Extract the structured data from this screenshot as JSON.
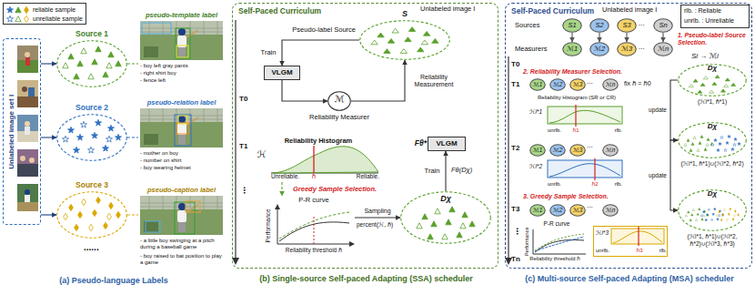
{
  "diagram": {
    "nodes": [
      {
        "text": [
          "Unlabeled image set I"
        ]
      },
      {
        "text": [
          "Source 1"
        ]
      },
      {
        "text": [
          "Source 2"
        ]
      },
      {
        "text": [
          "Source 3"
        ]
      },
      {
        "text": [
          "pseudo-template label",
          "- boy left gray pants",
          "- right shirt boy",
          "- fence left"
        ]
      },
      {
        "text": [
          "pseudo-relation label",
          "- mother on boy",
          "- number on shirt",
          "- boy wearing helmet"
        ]
      },
      {
        "text": [
          "pseudo-caption label",
          "- a little boy swinging at a pitch during a baseball game",
          "- boy raised to bat position to play a game"
        ]
      },
      {
        "text": [
          "Self-Paced Curriculum",
          "(b) Single-source Self-paced Adapting (SSA) scheduler"
        ]
      },
      {
        "text": [
          "S",
          "Pseudo-label Source"
        ],
        "in": 7
      },
      {
        "text": [
          "VLGM"
        ],
        "in": 7
      },
      {
        "text": [
          "ℳ",
          "Reliability Measurer"
        ],
        "in": 7
      },
      {
        "text": [
          "Reliability Histogram",
          "ℋ",
          "Unreliable.",
          "ℏ",
          "Reliable."
        ],
        "in": 7
      },
      {
        "text": [
          "P-R curve",
          "Performance",
          "Reliability threshold ℏ"
        ],
        "in": 7
      },
      {
        "text": [
          "Dχ"
        ],
        "in": 7
      },
      {
        "text": [
          "Fθ*",
          "VLGM"
        ],
        "in": 7
      },
      {
        "text": [
          "Self-Paced Curriculum",
          "(c) Multi-source Self-paced Adapting (MSA) scheduler"
        ]
      },
      {
        "text": [
          "rlb. : Reliable",
          "unrlb. : Unreliable"
        ],
        "in": 15
      },
      {
        "text": [
          "S1"
        ],
        "in": 15
      },
      {
        "text": [
          "S2"
        ],
        "in": 15
      },
      {
        "text": [
          "S3"
        ],
        "in": 15
      },
      {
        "text": [
          "Sn"
        ],
        "in": 15
      },
      {
        "text": [
          "ℳ1"
        ],
        "in": 15
      },
      {
        "text": [
          "ℳ2"
        ],
        "in": 15
      },
      {
        "text": [
          "ℳ3"
        ],
        "in": 15
      },
      {
        "text": [
          "ℳn"
        ],
        "in": 15
      },
      {
        "text": [
          "ℳ1"
        ],
        "in": 15
      },
      {
        "text": [
          "ℳ2"
        ],
        "in": 15
      },
      {
        "text": [
          "ℳ3"
        ],
        "in": 15
      },
      {
        "text": [
          "ℳn"
        ],
        "in": 15
      },
      {
        "text": [
          "Reliability Histogram (SR or CR)",
          "ℋi*1",
          "unrlb.",
          "ℏ1",
          "rlb."
        ],
        "in": 15
      },
      {
        "text": [
          "ℳ1"
        ],
        "in": 15
      },
      {
        "text": [
          "ℳ2"
        ],
        "in": 15
      },
      {
        "text": [
          "ℳ3"
        ],
        "in": 15
      },
      {
        "text": [
          "ℳn"
        ],
        "in": 15
      },
      {
        "text": [
          "ℋi*2",
          "unrlb.",
          "ℏ2",
          "rlb."
        ],
        "in": 15
      },
      {
        "text": [
          "ℳ1"
        ],
        "in": 15
      },
      {
        "text": [
          "ℳ2"
        ],
        "in": 15
      },
      {
        "text": [
          "ℳ3"
        ],
        "in": 15
      },
      {
        "text": [
          "ℳn"
        ],
        "in": 15
      },
      {
        "text": [
          "P-R curve",
          "Performance",
          "Reliability threshold ℏ"
        ],
        "in": 15
      },
      {
        "text": [
          "ℋi*3",
          "unrlb.",
          "ℏ3",
          "rlb."
        ],
        "in": 15
      },
      {
        "text": [
          "Dχ"
        ],
        "in": 15
      },
      {
        "text": [
          "Dχ"
        ],
        "in": 15
      },
      {
        "text": [
          "Dχ"
        ],
        "in": 15
      }
    ],
    "edges": [
      {
        "from": 0,
        "to": 1,
        "arrow": "to"
      },
      {
        "from": 0,
        "to": 2,
        "arrow": "to"
      },
      {
        "from": 0,
        "to": 3,
        "arrow": "to"
      },
      {
        "from": 1,
        "to": 4,
        "arrow": "none"
      },
      {
        "from": 2,
        "to": 5,
        "arrow": "none"
      },
      {
        "from": 3,
        "to": 6,
        "arrow": "none"
      },
      {
        "from": 8,
        "to": 9,
        "label": "Train",
        "arrow": "to"
      },
      {
        "from": 9,
        "to": 10,
        "arrow": "to"
      },
      {
        "from": 10,
        "to": 8,
        "label": "Reliability Measurement",
        "arrow": "to"
      },
      {
        "from": 11,
        "to": 12,
        "arrow": "to"
      },
      {
        "from": 12,
        "to": 13,
        "label": "Sampling",
        "arrow": "to"
      },
      {
        "from": 13,
        "to": 14,
        "label": "Train",
        "arrow": "to"
      },
      {
        "from": 17,
        "to": 21,
        "arrow": "to"
      },
      {
        "from": 18,
        "to": 22,
        "arrow": "to"
      },
      {
        "from": 19,
        "to": 23,
        "arrow": "to"
      },
      {
        "from": 20,
        "to": 24,
        "arrow": "to"
      },
      {
        "from": 41,
        "to": 42,
        "label": "update",
        "arrow": "to"
      },
      {
        "from": 42,
        "to": 43,
        "label": "update",
        "arrow": "to"
      }
    ],
    "labels": [
      "......",
      "(a) Pseudo-language Labels",
      "Unlabeled image I",
      "T0",
      "T1",
      "⋮",
      "Greedy Sample Selection.",
      "percent(ℋ, ℏ)",
      "Fθ(Dχ)",
      "Unlabeled image I",
      "Sources",
      "...",
      "Measurers",
      "...",
      "1. Pseudo-label Source Selection.",
      "Si → ℳi",
      "T0",
      "2. Reliability Measurer Selection.",
      "T1",
      "...",
      "fix ℏ = ℏ0",
      "T2",
      "...",
      "3. Greedy Sample Selection.",
      "T3",
      "...",
      "⋮",
      "Tn",
      "(ℋi*1, ℏ*1)",
      "(ℋi*1, ℏ*1)∪(ℋi*2, ℏ*2)",
      "(ℋi*1, ℏ*1)∪(ℋi*2, ℏ*2)∪(ℋi*3, ℏ*3)"
    ],
    "legend": [
      {
        "text": "reliable sample"
      },
      {
        "text": "unreliable sample"
      }
    ]
  }
}
